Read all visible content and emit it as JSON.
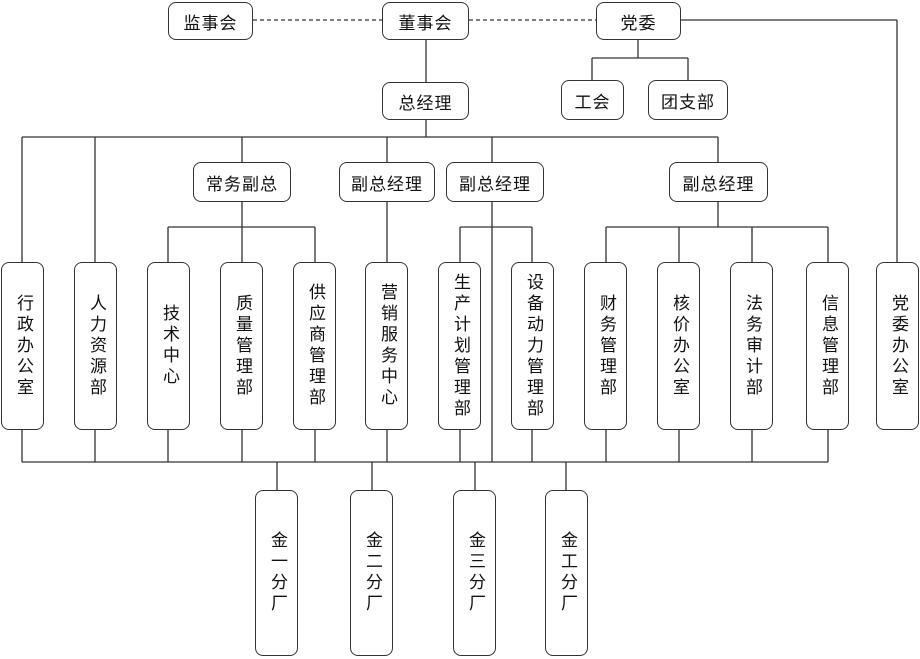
{
  "top": {
    "supervisory_board": "监事会",
    "board": "董事会",
    "party_committee": "党委"
  },
  "party_orgs": {
    "union": "工会",
    "youth_league": "团支部"
  },
  "general_manager": "总经理",
  "vice_managers": {
    "executive": "常务副总",
    "vp_sales": "副总经理",
    "vp_production": "副总经理",
    "vp_finance": "副总经理"
  },
  "departments": {
    "admin_office": "行政办公室",
    "hr": "人力资源部",
    "tech_center": "技术中心",
    "quality": "质量管理部",
    "supplier": "供应商管理部",
    "sales_service": "营销服务中心",
    "production_planning": "生产计划管理部",
    "equipment_power": "设备动力管理部",
    "finance": "财务管理部",
    "pricing_office": "核价办公室",
    "legal_audit": "法务审计部",
    "it": "信息管理部",
    "party_office": "党委办公室"
  },
  "factories": {
    "f1": "金一分厂",
    "f2": "金二分厂",
    "f3": "金三分厂",
    "f4": "金工分厂"
  }
}
